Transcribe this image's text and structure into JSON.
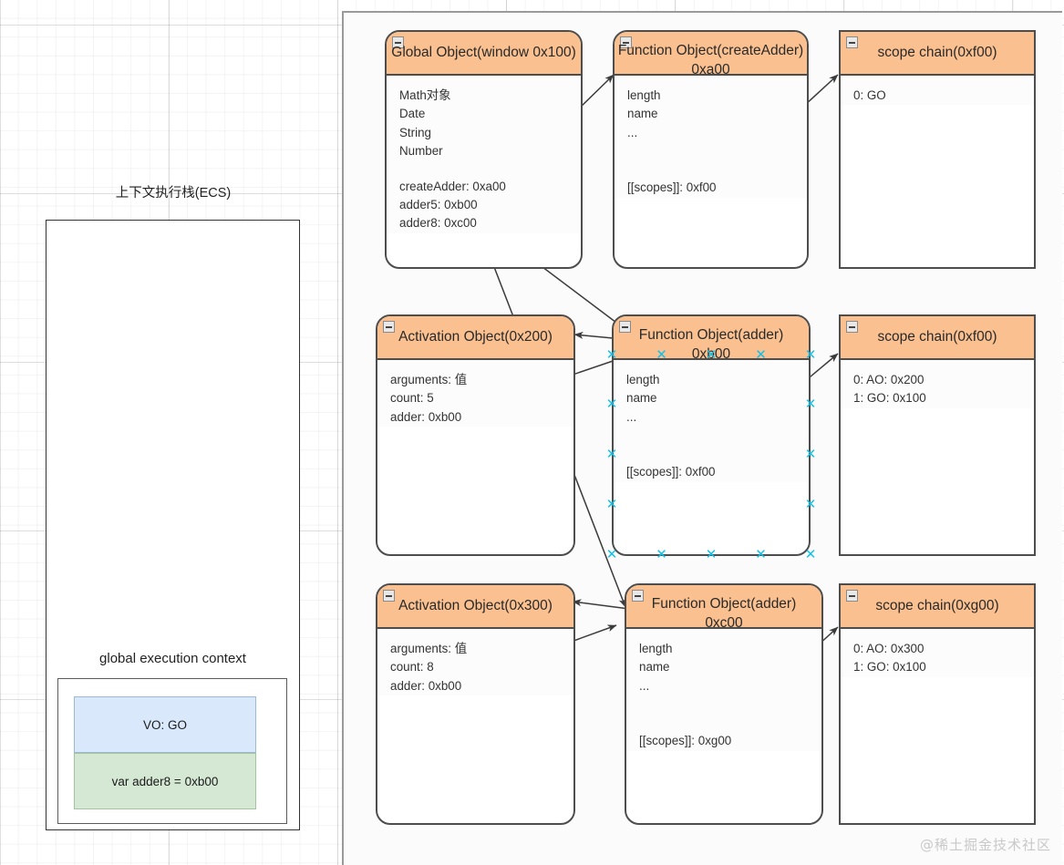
{
  "left_panel": {
    "stack_title": "上下文执行栈(ECS)",
    "global_context_label": "global execution context",
    "vo_label": "VO: GO",
    "var_label": "var adder8 = 0xb00"
  },
  "watermark": "@稀土掘金技术社区",
  "colors": {
    "header_fill": "#fac090",
    "border": "#4d4d4d",
    "vo_fill": "#dae8fc",
    "var_fill": "#d5e8d4",
    "handle": "#12c0e8"
  },
  "boxes": [
    {
      "id": "global-object",
      "title_line1": "Global Object(window 0x100)",
      "title_line2": "",
      "lines": [
        "Math对象",
        "Date",
        "String",
        "Number",
        "",
        "createAdder: 0xa00",
        "adder5: 0xb00",
        "adder8: 0xc00"
      ],
      "shape": "rounded",
      "selected": false
    },
    {
      "id": "function-object-createadder",
      "title_line1": "Function Object(createAdder)",
      "title_line2": "0xa00",
      "lines": [
        "length",
        "name",
        "...",
        "",
        "",
        "[[scopes]]: 0xf00"
      ],
      "shape": "rounded",
      "selected": false
    },
    {
      "id": "scope-chain-f00-top",
      "title_line1": "scope chain(0xf00)",
      "title_line2": "",
      "lines": [
        "0: GO"
      ],
      "shape": "square",
      "selected": false
    },
    {
      "id": "activation-object-200",
      "title_line1": "Activation Object(0x200)",
      "title_line2": "",
      "lines": [
        "arguments: 值",
        "count: 5",
        "adder: 0xb00"
      ],
      "shape": "rounded",
      "selected": false
    },
    {
      "id": "function-object-adder-b00",
      "title_line1": "Function Object(adder)",
      "title_line2": "0xb00",
      "lines": [
        "length",
        "name",
        "...",
        "",
        "",
        "[[scopes]]: 0xf00"
      ],
      "shape": "rounded",
      "selected": true
    },
    {
      "id": "scope-chain-f00-mid",
      "title_line1": "scope chain(0xf00)",
      "title_line2": "",
      "lines": [
        "0: AO: 0x200",
        "1: GO: 0x100"
      ],
      "shape": "square",
      "selected": false
    },
    {
      "id": "activation-object-300",
      "title_line1": "Activation Object(0x300)",
      "title_line2": "",
      "lines": [
        "arguments: 值",
        "count: 8",
        "adder: 0xb00"
      ],
      "shape": "rounded",
      "selected": false
    },
    {
      "id": "function-object-adder-c00",
      "title_line1": "Function Object(adder)",
      "title_line2": "0xc00",
      "lines": [
        "length",
        "name",
        "...",
        "",
        "",
        "[[scopes]]: 0xg00"
      ],
      "shape": "rounded",
      "selected": false
    },
    {
      "id": "scope-chain-g00",
      "title_line1": "scope chain(0xg00)",
      "title_line2": "",
      "lines": [
        "0: AO: 0x300",
        "1: GO: 0x100"
      ],
      "shape": "square",
      "selected": false
    }
  ]
}
